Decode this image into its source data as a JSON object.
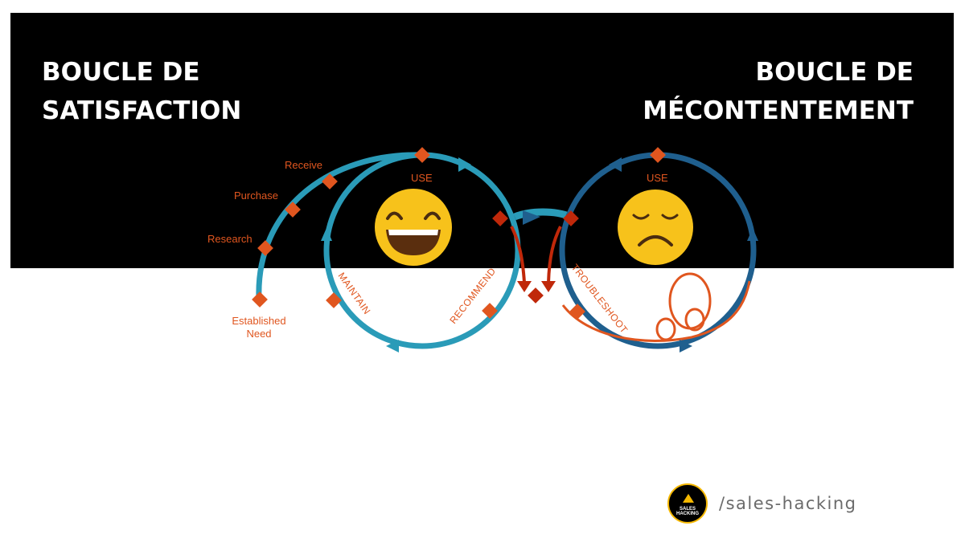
{
  "titles": {
    "left_line1": "BOUCLE DE",
    "left_line2": "SATISFACTION",
    "right_line1": "BOUCLE DE",
    "right_line2": "MÉCONTENTEMENT"
  },
  "satisfaction_loop": {
    "use": "USE",
    "receive": "Receive",
    "purchase": "Purchase",
    "research": "Research",
    "established_line1": "Established",
    "established_line2": "Need",
    "maintain": "MAINTAIN",
    "recommend": "RECOMMEND"
  },
  "dissatisfaction_loop": {
    "use": "USE",
    "troubleshoot": "TROUBLESHOOT"
  },
  "icons": [
    "happy-face-icon",
    "sad-face-icon",
    "sales-hacking-logo-icon"
  ],
  "colors": {
    "satisfaction_ring": "#2a9bb8",
    "dissatisfaction_ring": "#1f5f8e",
    "marker": "#e0561f",
    "dark_marker": "#c0280a",
    "banner": "#000000",
    "face": "#f7c21b"
  },
  "footer": {
    "logo_text": "SALES HACKING",
    "handle": "/sales-hacking"
  }
}
